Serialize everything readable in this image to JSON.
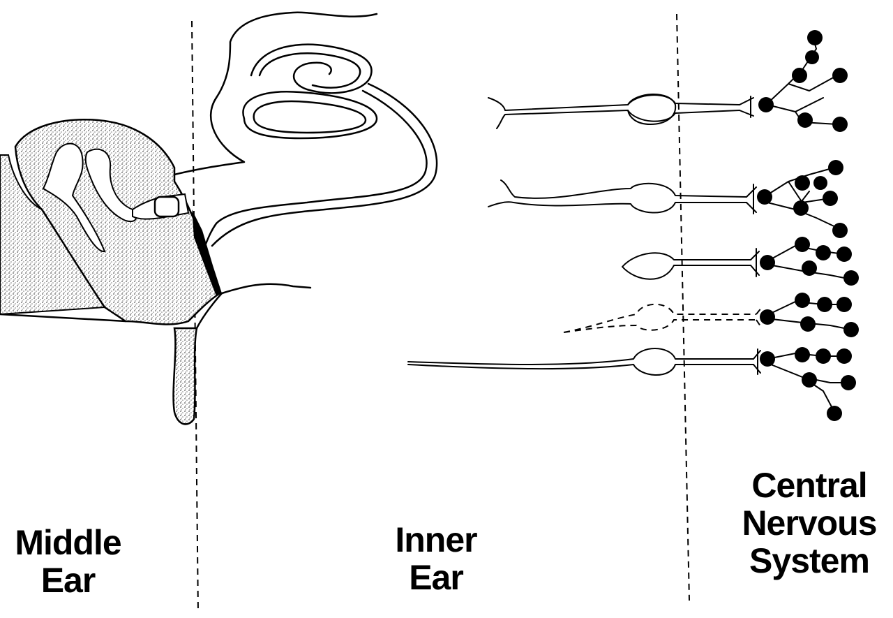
{
  "colors": {
    "ink": "#000000",
    "background": "#ffffff",
    "stipple": "#bdbdbd"
  },
  "regions": [
    {
      "id": "middle-ear",
      "lines": [
        "Middle",
        "Ear"
      ]
    },
    {
      "id": "inner-ear",
      "lines": [
        "Inner",
        "Ear"
      ]
    },
    {
      "id": "central-nervous-system",
      "lines": [
        "Central",
        "Nervous",
        "System"
      ]
    }
  ],
  "neurons": [
    {
      "id": "neuron-1",
      "style": "solid"
    },
    {
      "id": "neuron-2",
      "style": "solid"
    },
    {
      "id": "neuron-3",
      "style": "solid"
    },
    {
      "id": "neuron-4",
      "style": "dashed"
    },
    {
      "id": "neuron-5",
      "style": "solid"
    }
  ]
}
